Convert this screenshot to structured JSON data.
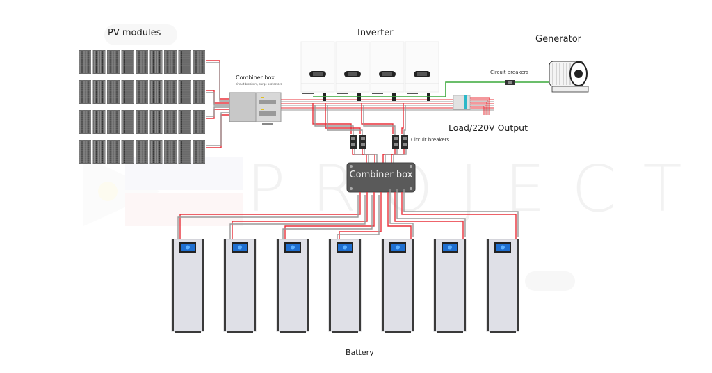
{
  "diagram": {
    "watermark": "PROJECT",
    "labels": {
      "pv_modules": "PV modules",
      "inverter": "Inverter",
      "generator": "Generator",
      "combiner_box_top": "Combiner box",
      "combiner_box_top_sub": "circuit breakers, surge protectors",
      "circuit_breakers_generator": "Circuit breakers",
      "load_output": "Load/220V Output",
      "circuit_breakers_battery": "Circuit breakers",
      "combiner_box_main": "Combiner box",
      "battery": "Battery"
    },
    "components": {
      "pv_module_rows": 4,
      "pv_modules_per_row": 9,
      "inverter_count": 4,
      "battery_breaker_count": 4,
      "battery_count": 7
    },
    "colors": {
      "wire_positive": "#e8303a",
      "wire_negative": "#9a9a9a",
      "wire_ac": "#3aa83a",
      "combiner_box_fill": "#5a5a5a",
      "battery_screen": "#1f6fd0"
    }
  }
}
